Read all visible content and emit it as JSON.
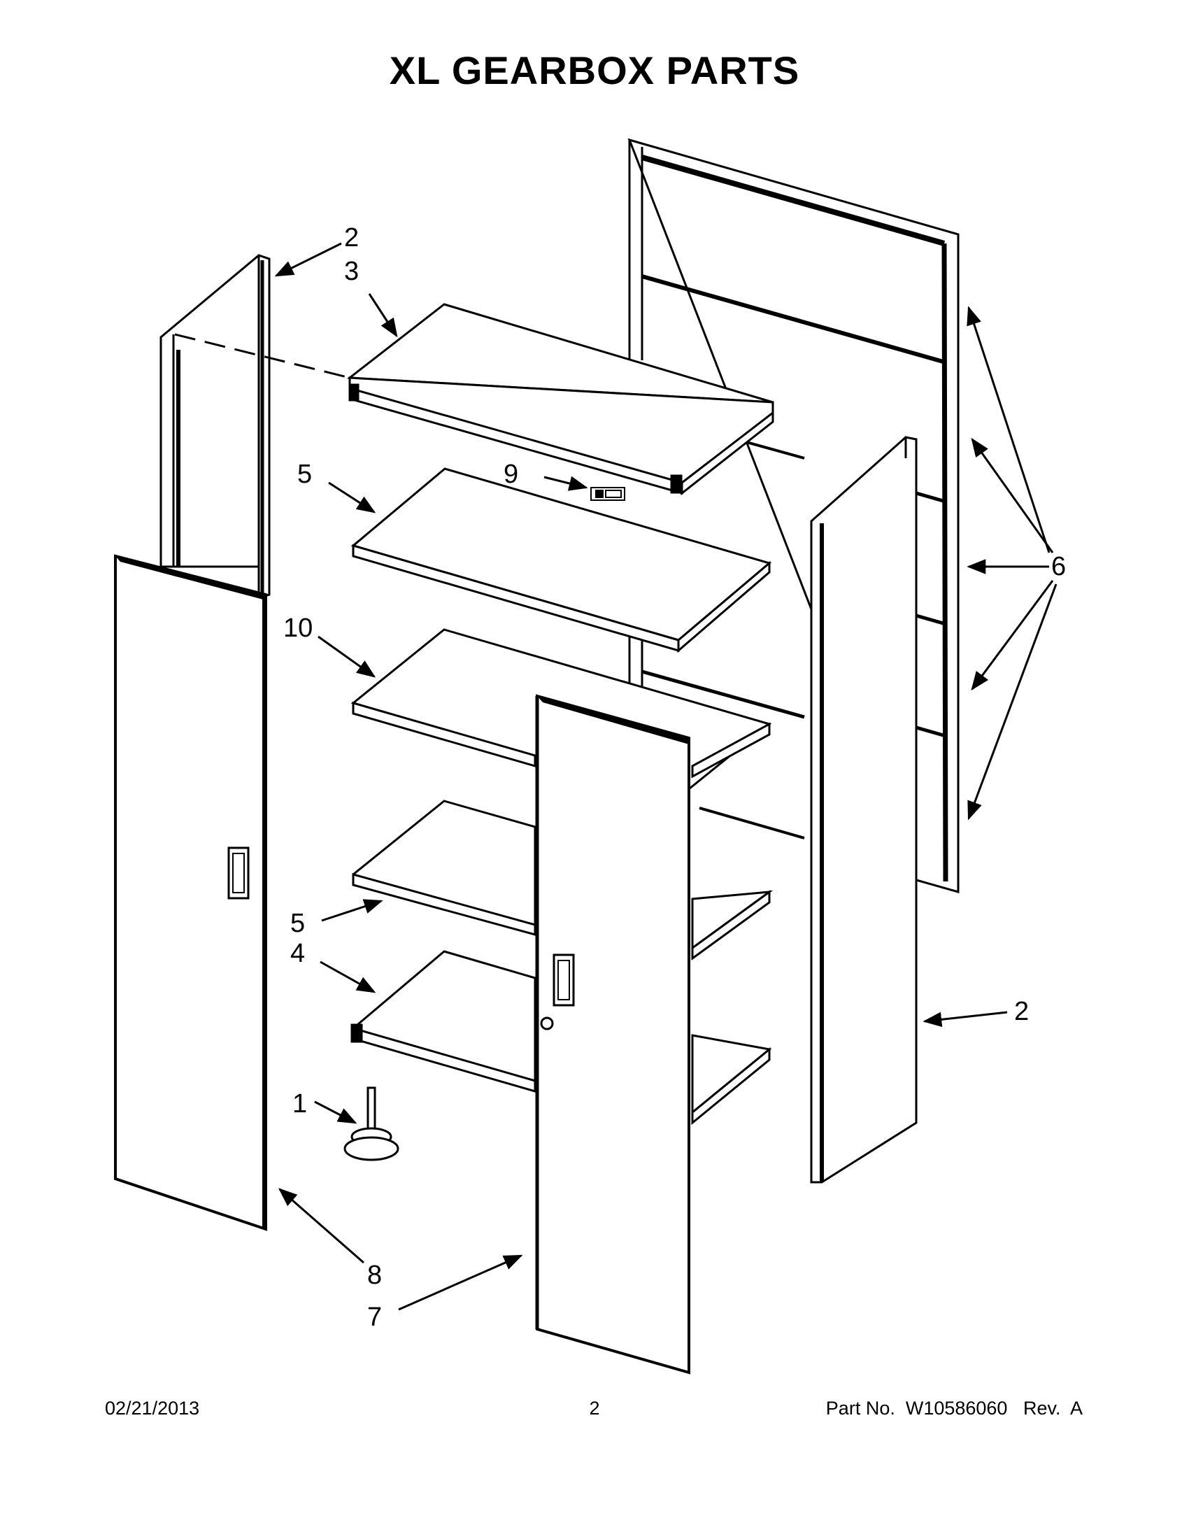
{
  "title": "XL GEARBOX PARTS",
  "callouts": {
    "c2a": "2",
    "c3": "3",
    "c5a": "5",
    "c9": "9",
    "c10": "10",
    "c5b": "5",
    "c4": "4",
    "c1": "1",
    "c6": "6",
    "c2b": "2",
    "c8": "8",
    "c7": "7"
  },
  "footer": {
    "date": "02/21/2013",
    "page": "2",
    "part": "Part No.  W10586060   Rev.  A"
  }
}
